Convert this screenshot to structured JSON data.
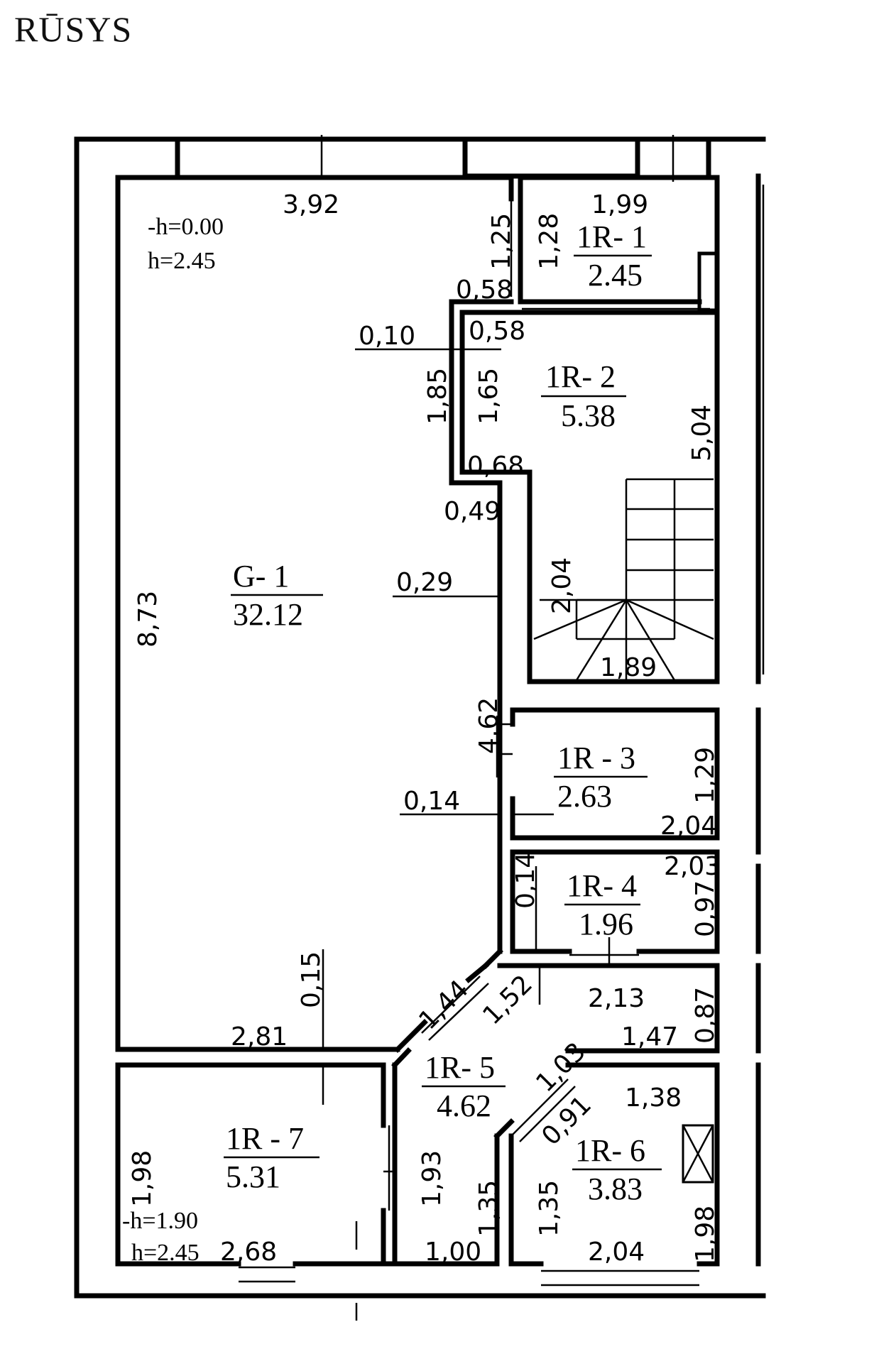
{
  "title": "RŪSYS",
  "rooms": {
    "g1": {
      "code": "G- 1",
      "area": "32.12"
    },
    "r1": {
      "code": "1R- 1",
      "area": "2.45"
    },
    "r2": {
      "code": "1R- 2",
      "area": "5.38"
    },
    "r3": {
      "code": "1R - 3",
      "area": "2.63"
    },
    "r4": {
      "code": "1R- 4",
      "area": "1.96"
    },
    "r5": {
      "code": "1R- 5",
      "area": "4.62"
    },
    "r6": {
      "code": "1R- 6",
      "area": "3.83"
    },
    "r7": {
      "code": "1R - 7",
      "area": "5.31"
    }
  },
  "heights": {
    "g1_floor": "-h=0.00",
    "g1_ceiling": "h=2.45",
    "r7_floor": "-h=1.90",
    "r7_ceiling": "h=2.45"
  },
  "dims": {
    "d392": "3,92",
    "d125": "1,25",
    "d128": "1,28",
    "d199": "1,99",
    "d058a": "0,58",
    "d058b": "0,58",
    "d010": "0,10",
    "d185": "1,85",
    "d165": "1,65",
    "d504": "5,04",
    "d068": "0,68",
    "d049": "0,49",
    "d873": "8,73",
    "d029": "0,29",
    "d204a": "2,04",
    "d189": "1,89",
    "d462": "4,62",
    "d129": "1,29",
    "d014a": "0,14",
    "d204b": "2,04",
    "d014b": "0,14",
    "d203": "2,03",
    "d097": "0,97",
    "d015": "0,15",
    "d144": "1,44",
    "d152": "1,52",
    "d213": "2,13",
    "d087": "0,87",
    "d281": "2,81",
    "d147": "1,47",
    "d103": "1,03",
    "d138": "1,38",
    "d091": "0,91",
    "d198a": "1,98",
    "d193": "1,93",
    "d135a": "1,35",
    "d135b": "1,35",
    "d198b": "1,98",
    "d268": "2,68",
    "d100": "1,00",
    "d204c": "2,04"
  }
}
